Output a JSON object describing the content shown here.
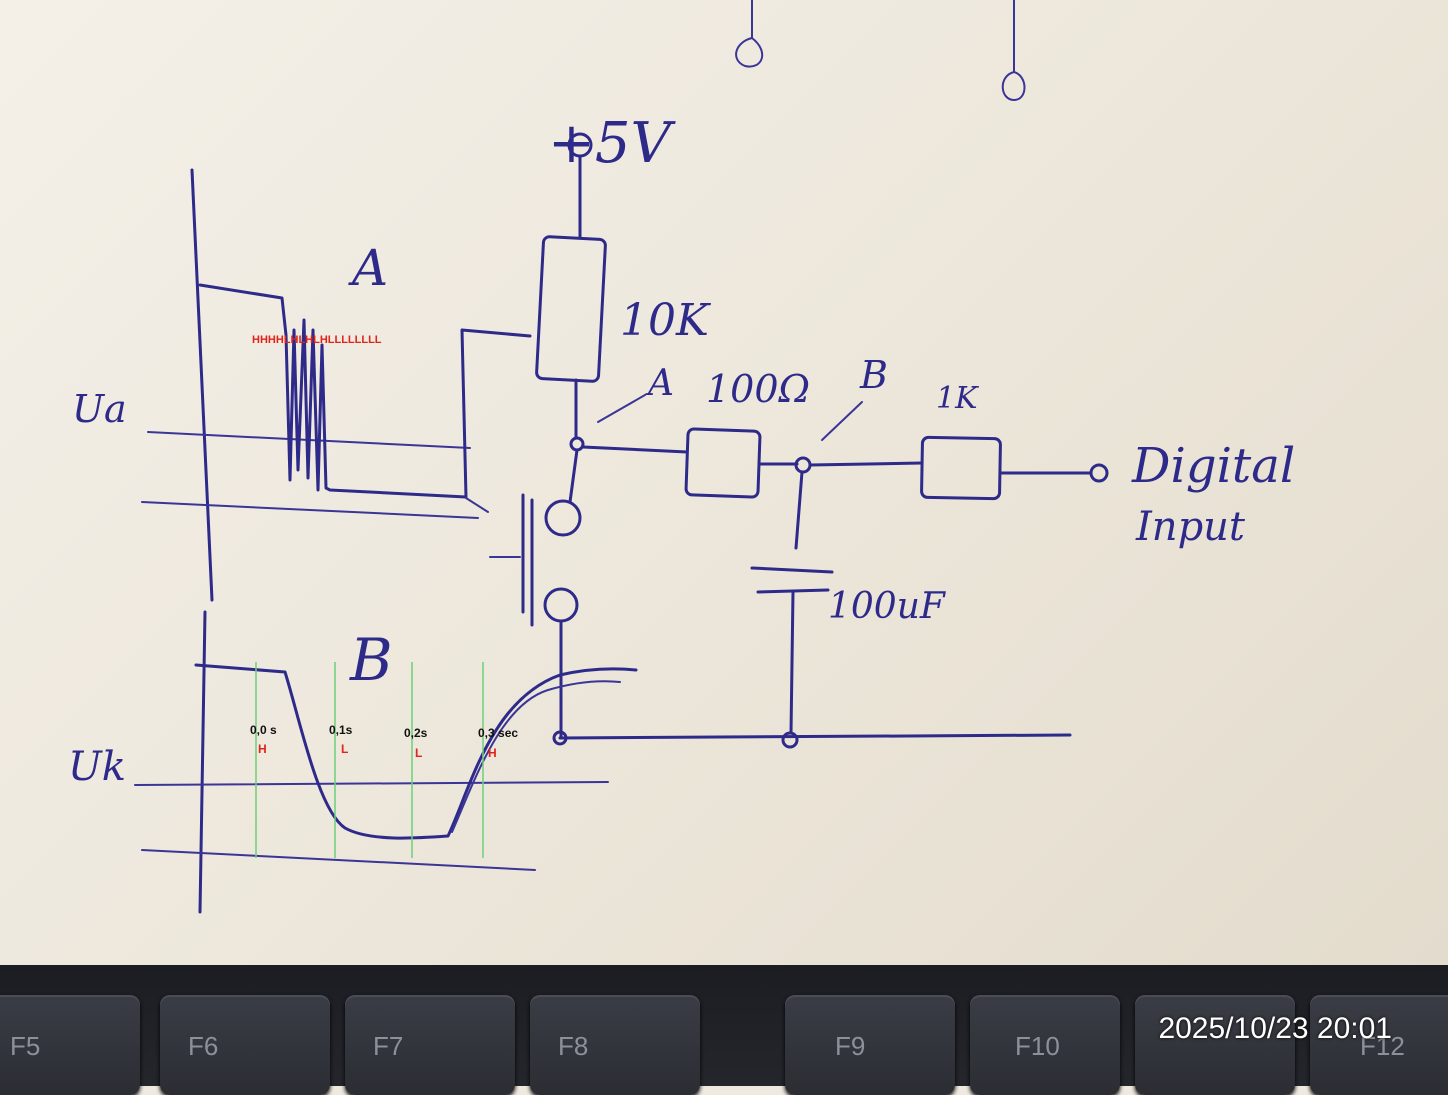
{
  "diagram": {
    "supply_label": "+5V",
    "resistor_pullup": "10K",
    "resistor_series": "100Ω",
    "resistor_output": "1K",
    "capacitor": "100uF",
    "node_a": "A",
    "node_b": "B",
    "output_label": [
      "Digital",
      "Input"
    ],
    "graph_a_title": "A",
    "graph_a_axis": "Ua",
    "graph_a_pattern": "HHHHLHLHLHLLLLLLLL",
    "graph_b_title": "B",
    "graph_b_axis": "Uk",
    "timeline": [
      {
        "time": "0,0 s",
        "state": "H"
      },
      {
        "time": "0,1s",
        "state": "L"
      },
      {
        "time": "0,2s",
        "state": "L"
      },
      {
        "time": "0,3 sec",
        "state": "H"
      }
    ]
  },
  "keyboard": {
    "keys": [
      "F5",
      "F6",
      "F7",
      "F8",
      "F9",
      "F10",
      "F12"
    ]
  },
  "timestamp": "2025/10/23 20:01"
}
